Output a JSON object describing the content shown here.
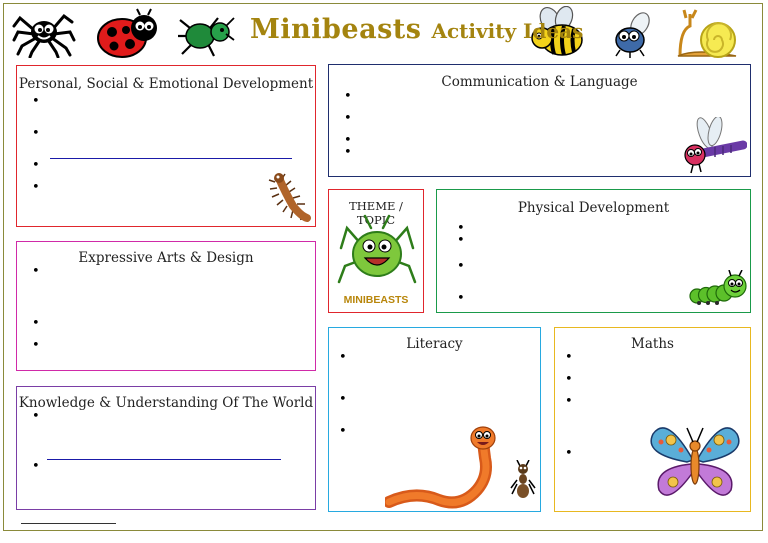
{
  "header": {
    "title_main": "Minibeasts",
    "title_sub": "Activity Ideas"
  },
  "colors": {
    "title": "#a4840f",
    "pse": "#e0262d",
    "comm": "#1f2e6e",
    "expressive": "#d02aa8",
    "theme": "#e0262d",
    "physical": "#1a9a4a",
    "knowledge": "#7a3ea6",
    "literacy": "#27a9e0",
    "maths": "#e8b820",
    "minibeasts_label": "#b8860b"
  },
  "sections": {
    "pse": {
      "heading": "Personal, Social & Emotional Development"
    },
    "comm": {
      "heading": "Communication & Language"
    },
    "expressive": {
      "heading": "Expressive Arts & Design"
    },
    "theme": {
      "heading": "THEME / TOPIC",
      "label": "MINIBEASTS"
    },
    "physical": {
      "heading": "Physical Development"
    },
    "knowledge": {
      "heading": "Knowledge & Understanding Of The World"
    },
    "literacy": {
      "heading": "Literacy"
    },
    "maths": {
      "heading": "Maths"
    }
  },
  "bullet_symbol": "•",
  "icons": [
    "spider-icon",
    "ladybird-icon",
    "beetle-icon",
    "bee-icon",
    "fly-icon",
    "snail-icon",
    "dragonfly-icon",
    "centipede-icon",
    "grasshopper-icon",
    "caterpillar-icon",
    "worm-icon",
    "ant-icon",
    "butterfly-icon"
  ]
}
